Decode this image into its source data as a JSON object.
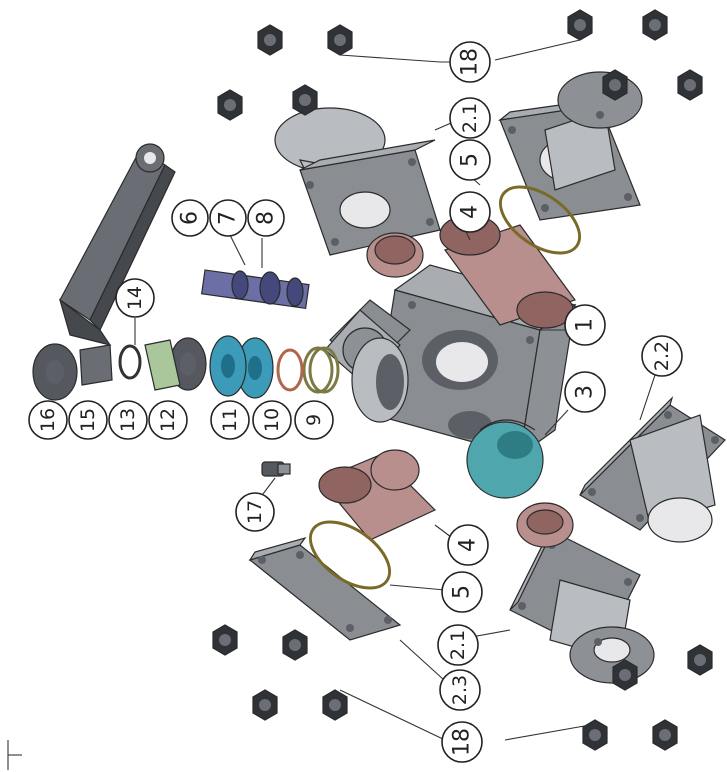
{
  "callouts": {
    "c18_top": "18",
    "c2_1_top": "2.1",
    "c5_top": "5",
    "c4_top": "4",
    "c6": "6",
    "c7": "7",
    "c8": "8",
    "c1": "1",
    "c3": "3",
    "c2_2": "2.2",
    "c14": "14",
    "c16": "16",
    "c15": "15",
    "c13": "13",
    "c12": "12",
    "c11": "11",
    "c10": "10",
    "c9": "9",
    "c17": "17",
    "c4_bottom": "4",
    "c5_bottom": "5",
    "c2_1_bottom": "2.1",
    "c2_3": "2.3",
    "c18_bottom": "18"
  },
  "colors": {
    "ball": "#4fa6ad",
    "seat": "#b88f8c",
    "stem": "#6c6fa6",
    "washer": "#3b9bb8",
    "body": "#8a8e93"
  }
}
